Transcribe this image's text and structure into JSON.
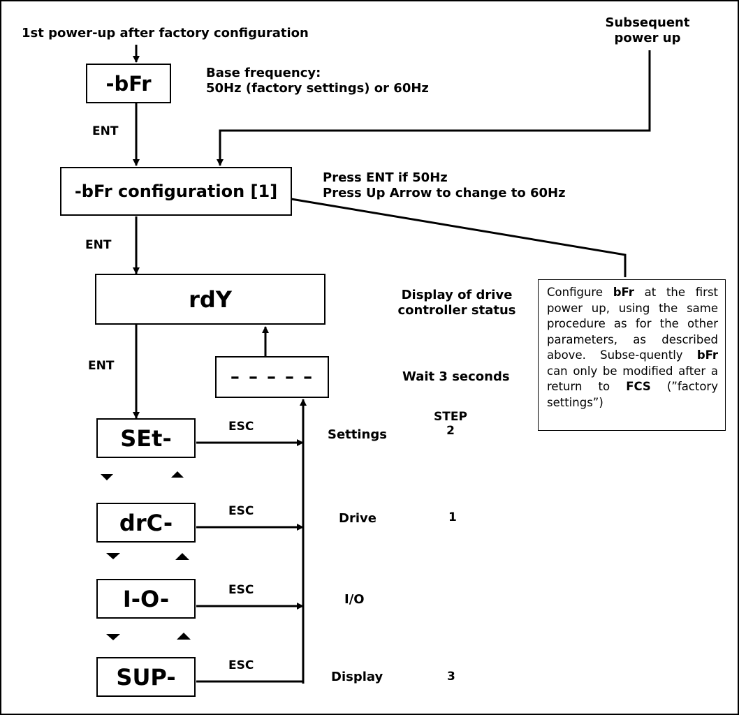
{
  "top_label": "1st power-up after factory configuration",
  "subsequent_label": [
    "Subsequent",
    "power up"
  ],
  "boxes": {
    "bfr": "-bFr",
    "bfr_config": "-bFr configuration [1]",
    "rdy": "rdY",
    "dashes": "– – – – –",
    "set": "SEt-",
    "drc": "drC-",
    "io": "I-O-",
    "sup": "SUP-"
  },
  "base_freq": [
    "Base frequency:",
    "50Hz (factory settings) or 60Hz"
  ],
  "press_text": [
    "Press ENT if 50Hz",
    "Press Up Arrow to change to 60Hz"
  ],
  "ent_labels": [
    "ENT",
    "ENT",
    "ENT"
  ],
  "esc_label": "ESC",
  "display_status": [
    "Display of drive",
    "controller status"
  ],
  "wait": "Wait 3 seconds",
  "menus": [
    "Settings",
    "Drive",
    "I/O",
    "Display"
  ],
  "step_header": [
    "STEP",
    "2"
  ],
  "steps": [
    "1",
    "3"
  ],
  "note": {
    "segments": [
      {
        "text": "Configure ",
        "bold": false
      },
      {
        "text": "bFr",
        "bold": true
      },
      {
        "text": " at the first power up, using the same procedure as for the other parameters, as described above. Subse-quently ",
        "bold": false
      },
      {
        "text": "bFr",
        "bold": true
      },
      {
        "text": " can only be modified after a return to ",
        "bold": false
      },
      {
        "text": "FCS",
        "bold": true
      },
      {
        "text": " (”factory settings”)",
        "bold": false
      }
    ]
  }
}
